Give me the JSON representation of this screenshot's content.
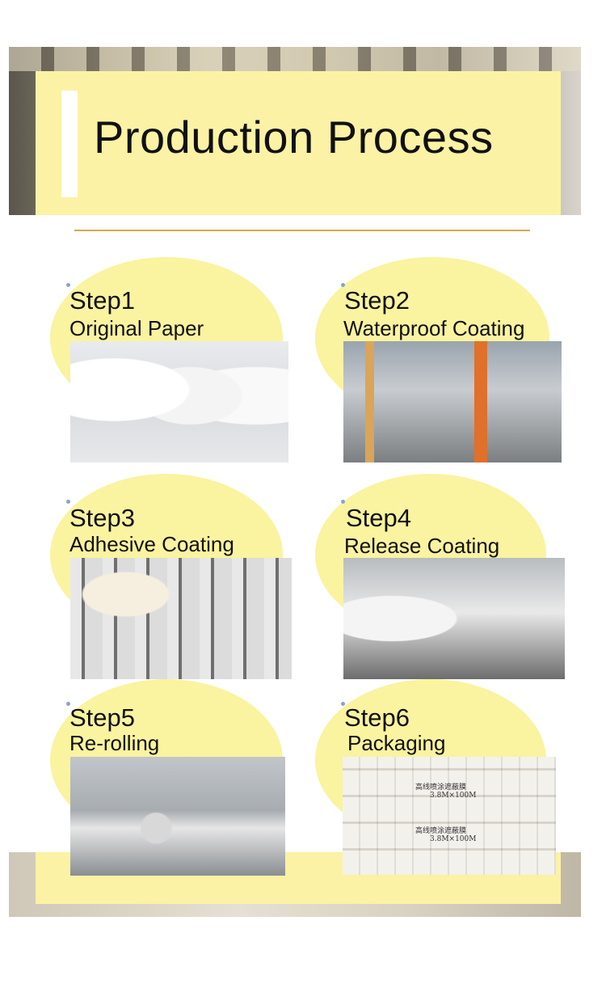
{
  "title": "Production Process",
  "steps": [
    {
      "num": "Step1",
      "name": "Original Paper"
    },
    {
      "num": "Step2",
      "name": "Waterproof Coating"
    },
    {
      "num": "Step3",
      "name": "Adhesive Coating"
    },
    {
      "num": "Step4",
      "name": "Release Coating"
    },
    {
      "num": "Step5",
      "name": "Re-rolling"
    },
    {
      "num": "Step6",
      "name": "Packaging"
    }
  ],
  "box_labels": [
    {
      "name": "高线喷涂遮蔽膜",
      "spec": "3.8M×100M"
    },
    {
      "name": "高线喷涂遮蔽膜",
      "spec": "3.8M×100M"
    }
  ],
  "colors": {
    "panel": "#fbf2a5",
    "blob": "#faf3a0",
    "divider": "#d6a945"
  }
}
